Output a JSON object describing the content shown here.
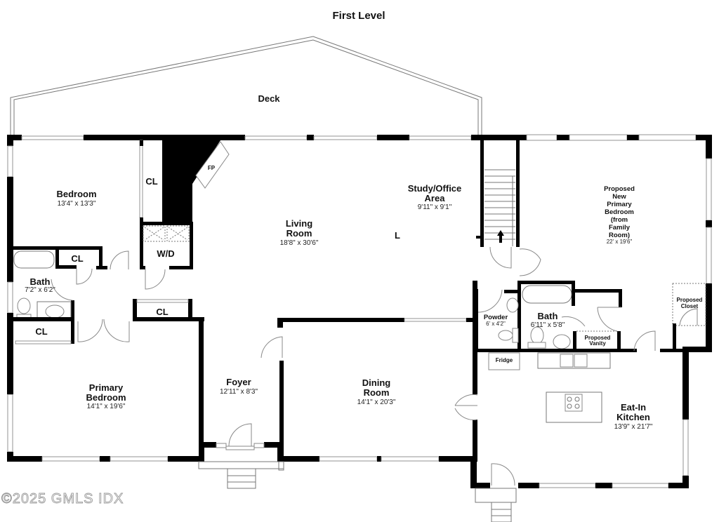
{
  "plan": {
    "title": "First Level",
    "watermark": "©2025 GMLS IDX"
  },
  "rooms": {
    "deck": {
      "name": "Deck"
    },
    "bedroom": {
      "name": "Bedroom",
      "dims": "13'4\" x 13'3\""
    },
    "closet_bedroom": {
      "name": "CL"
    },
    "fireplace": {
      "name": "FP"
    },
    "living_room": {
      "name_line1": "Living",
      "name_line2": "Room",
      "dims": "18'8\" x 30'6\""
    },
    "study": {
      "name_line1": "Study/Office",
      "name_line2": "Area",
      "dims": "9'11\" x 9'1\""
    },
    "proposed_bedroom": {
      "lines": [
        "Proposed",
        "New",
        "Primary",
        "Bedroom",
        "(from",
        "Family",
        "Room)"
      ],
      "dims": "22' x 19'6\""
    },
    "closet_hall": {
      "name": "CL"
    },
    "wd": {
      "name": "W/D"
    },
    "bath_left": {
      "name": "Bath",
      "dims": "7'2\" x 6'2\""
    },
    "closet_mid": {
      "name": "CL"
    },
    "closet_primary": {
      "name": "CL"
    },
    "primary_bedroom": {
      "name_line1": "Primary",
      "name_line2": "Bedroom",
      "dims": "14'1\" x 19'6\""
    },
    "foyer": {
      "name": "Foyer",
      "dims": "12'11\" x 8'3\""
    },
    "dining_room": {
      "name_line1": "Dining",
      "name_line2": "Room",
      "dims": "14'1\" x 20'3\""
    },
    "powder": {
      "name": "Powder",
      "dims": "6' x 4'2\""
    },
    "bath_right": {
      "name": "Bath",
      "dims": "6'11\" x 5'8\""
    },
    "proposed_vanity": {
      "line1": "Proposed",
      "line2": "Vanity"
    },
    "proposed_closet": {
      "line1": "Proposed",
      "line2": "Closet"
    },
    "fridge": {
      "name": "Fridge"
    },
    "kitchen": {
      "name_line1": "Eat-In",
      "name_line2": "Kitchen",
      "dims": "13'9\" x 21'7\""
    },
    "study_marker": {
      "name": "L"
    }
  }
}
